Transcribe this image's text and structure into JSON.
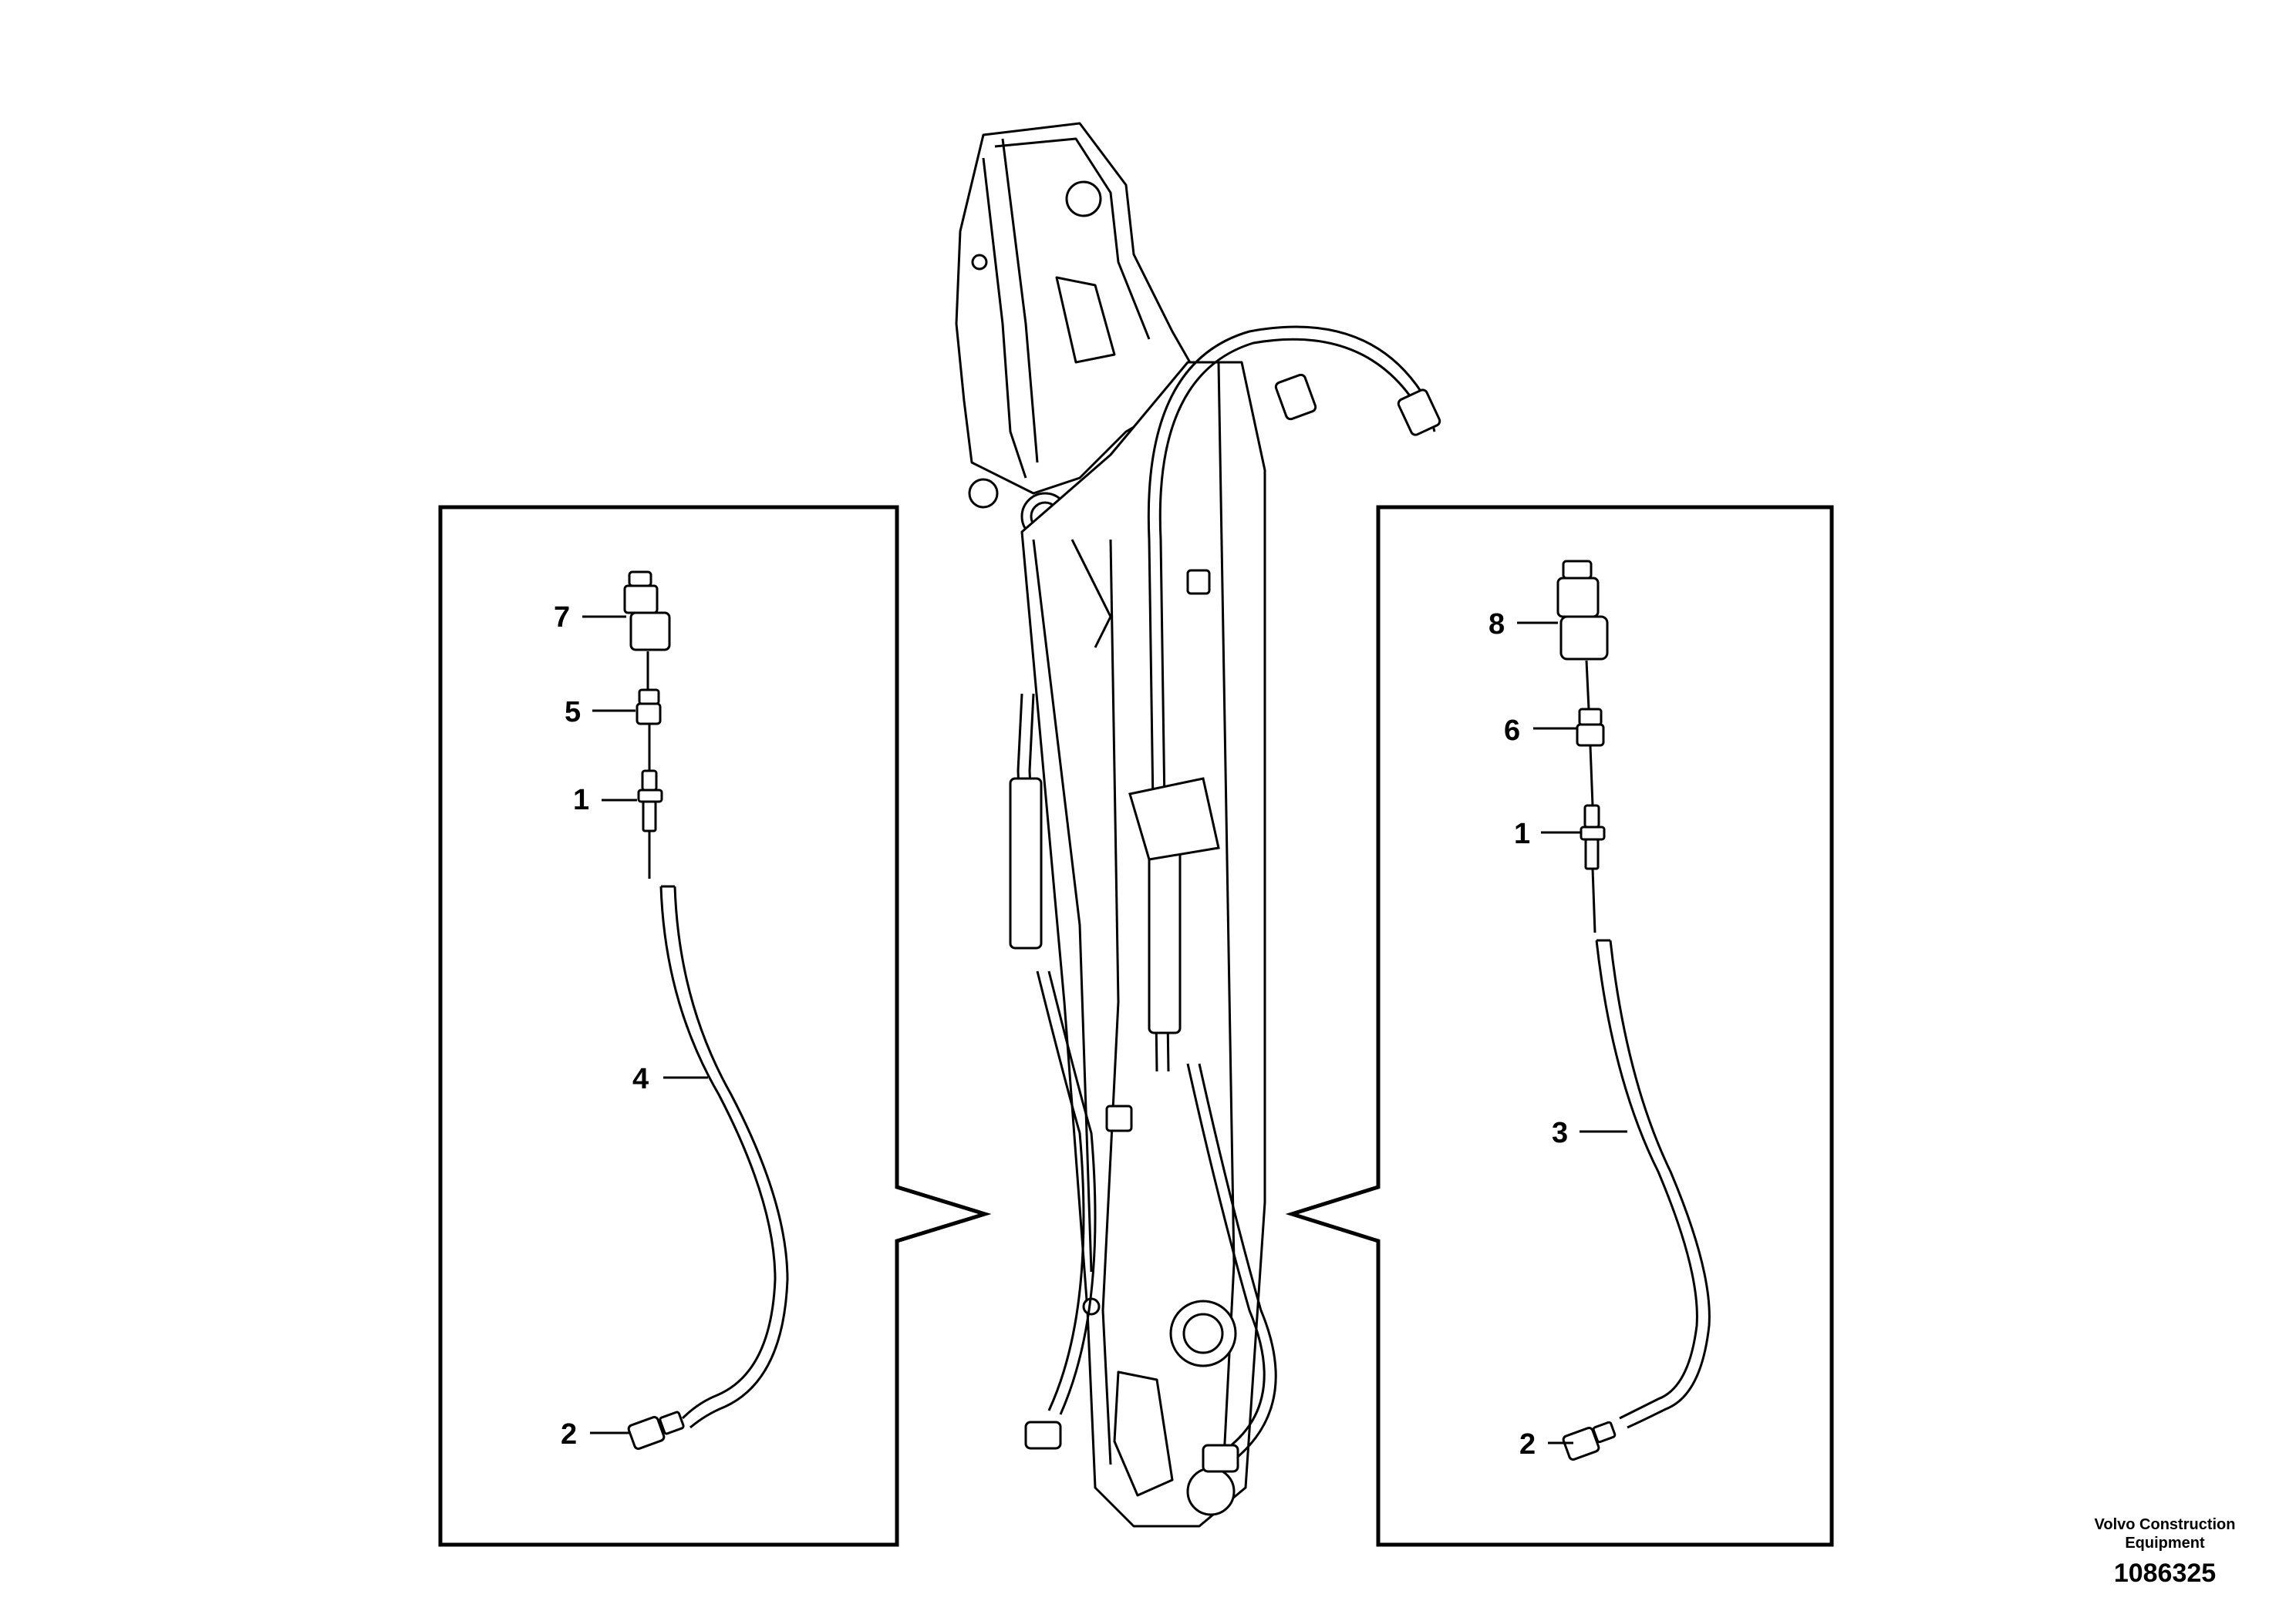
{
  "callouts": {
    "left": [
      "7",
      "5",
      "1",
      "4",
      "2"
    ],
    "right": [
      "8",
      "6",
      "1",
      "3",
      "2"
    ]
  },
  "footer": {
    "company": "Volvo Construction Equipment",
    "drawing_number": "1086325"
  }
}
